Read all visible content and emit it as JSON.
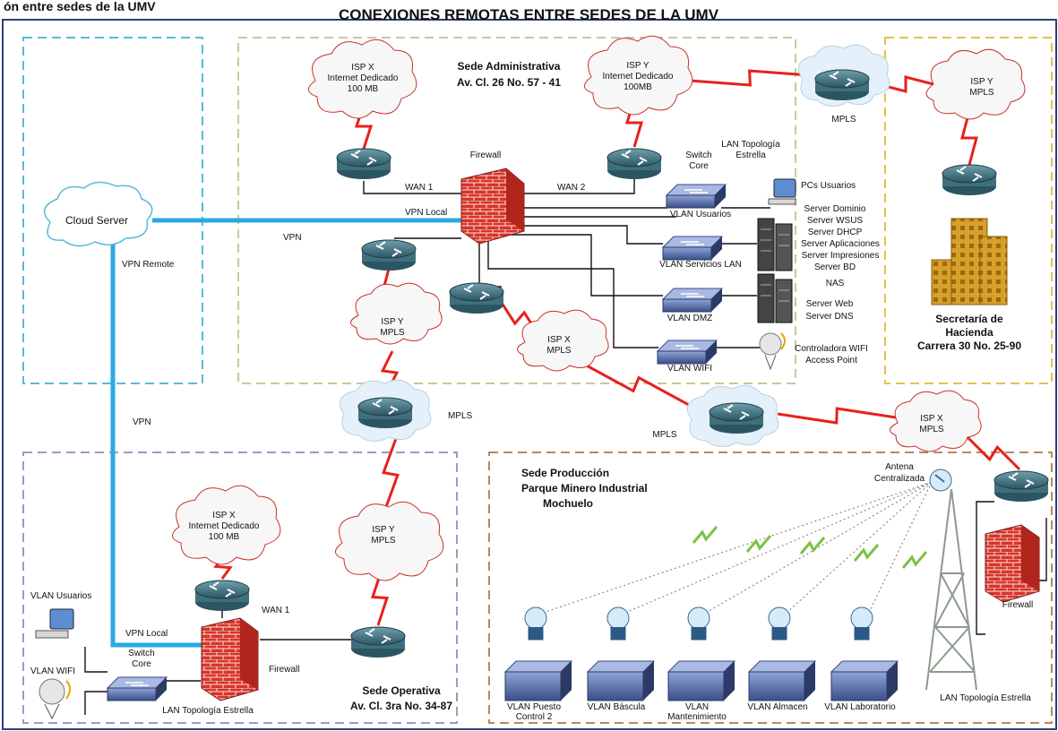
{
  "header": {
    "title": "CONEXIONES REMOTAS ENTRE SEDES DE LA UMV",
    "clipped_text": "ón entre sedes de la UMV"
  },
  "colors": {
    "vpn": "#2aa9e0",
    "wan_link": "#e8201c",
    "admin_border": "#c7c99a",
    "hacienda_border": "#e6c04a",
    "produccion_border": "#b7895d",
    "operativa_border": "#9b9bc2",
    "cloud_border": "#5bb8dd"
  },
  "cloud_zone": {
    "cloud_server": "Cloud Server",
    "vpn_remote": "VPN Remote",
    "vpn_top": "VPN",
    "vpn_bottom": "VPN"
  },
  "admin": {
    "title_1": "Sede Administrativa",
    "title_2": "Av. Cl. 26 No. 57 - 41",
    "isp_x": [
      "ISP X",
      "Internet Dedicado",
      "100 MB"
    ],
    "isp_y": [
      "ISP Y",
      "Internet Dedicado",
      "100MB"
    ],
    "firewall": "Firewall",
    "wan1": "WAN 1",
    "wan2": "WAN 2",
    "vpn_local": "VPN Local",
    "switch_core": [
      "Switch",
      "Core"
    ],
    "lan_topo": [
      "LAN Topología",
      "Estrella"
    ],
    "pcs": "PCs Usuarios",
    "vlan_usuarios": "VLAN Usuarios",
    "servers": [
      "Server Dominio",
      "Server WSUS",
      "Server DHCP",
      "Server Aplicaciones",
      "Server Impresiones",
      "Server BD",
      "NAS"
    ],
    "vlan_servicios": "VLAN Servicios LAN",
    "dmz_servers": [
      "Server Web",
      "Server DNS"
    ],
    "vlan_dmz": "VLAN DMZ",
    "wifi": [
      "Controladora WIFI",
      "Access Point"
    ],
    "vlan_wifi": "VLAN WIFI",
    "isp_y_mpls": [
      "ISP Y",
      "MPLS"
    ],
    "isp_x_mpls": [
      "ISP X",
      "MPLS"
    ]
  },
  "mpls": {
    "mpls_top": "MPLS",
    "mpls_center": "MPLS",
    "mpls_right": "MPLS"
  },
  "hacienda": {
    "isp": [
      "ISP Y",
      "MPLS"
    ],
    "title": [
      "Secretaría de",
      "Hacienda",
      "Carrera 30 No. 25-90"
    ]
  },
  "produccion": {
    "title": [
      "Sede Producción",
      "Parque Minero Industrial",
      "Mochuelo"
    ],
    "isp": [
      "ISP X",
      "MPLS"
    ],
    "antena": [
      "Antena",
      "Centralizada"
    ],
    "firewall": "Firewall",
    "lan_topo": "LAN Topología Estrella",
    "vlans": [
      [
        "VLAN Puesto",
        "Control 2"
      ],
      [
        "VLAN Báscula"
      ],
      [
        "VLAN",
        "Mantenimiento"
      ],
      [
        "VLAN Almacen"
      ],
      [
        "VLAN Laboratorio"
      ]
    ]
  },
  "operativa": {
    "isp_x": [
      "ISP X",
      "Internet Dedicado",
      "100 MB"
    ],
    "isp_y": [
      "ISP Y",
      "MPLS"
    ],
    "wan1": "WAN 1",
    "vpn_local": "VPN Local",
    "switch_core": [
      "Switch",
      "Core"
    ],
    "firewall": "Firewall",
    "vlan_usuarios": "VLAN Usuarios",
    "vlan_wifi": "VLAN WIFI",
    "lan_topo": "LAN Topología Estrella",
    "title_1": "Sede Operativa",
    "title_2": "Av. Cl. 3ra No. 34-87"
  }
}
